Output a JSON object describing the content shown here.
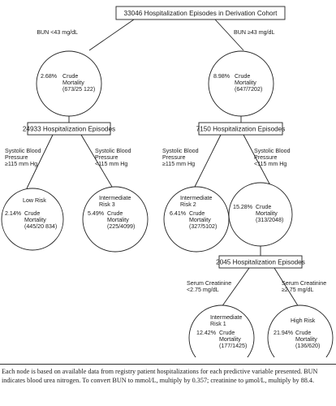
{
  "boxes": {
    "root": "33046 Hospitalization Episodes in Derivation Cohort",
    "low_bun": "24933 Hospitalization Episodes",
    "high_bun": "7150 Hospitalization Episodes",
    "creat": "2045 Hospitalization Episodes"
  },
  "splits": {
    "bun_low": "BUN <43 mg/dL",
    "bun_high": "BUN ≥43 mg/dL",
    "sbp_l_high": [
      "Systolic Blood",
      "Pressure",
      "≥115 mm Hg"
    ],
    "sbp_l_low": [
      "Systolic Blood",
      "Pressure",
      "<115 mm Hg"
    ],
    "sbp_r_high": [
      "Systolic Blood",
      "Pressure",
      "≥115 mm Hg"
    ],
    "sbp_r_low": [
      "Systolic Blood",
      "Pressure",
      "<115 mm Hg"
    ],
    "cr_low": [
      "Serum Creatinine",
      "<2.75 mg/dL"
    ],
    "cr_high": [
      "Serum Creatinine",
      "≥2.75 mg/dL"
    ]
  },
  "nodes": {
    "n1": {
      "pct": "2.68%",
      "l1": "Crude",
      "l2": "Mortality",
      "l3": "(673/25 122)"
    },
    "n2": {
      "pct": "8.98%",
      "l1": "Crude",
      "l2": "Mortality",
      "l3": "(647/7202)"
    },
    "low_risk": {
      "risk": "Low Risk",
      "pct": "2.14%",
      "l1": "Crude",
      "l2": "Mortality",
      "l3": "(445/20 834)"
    },
    "inter3": {
      "risk1": "Intermediate",
      "risk2": "Risk 3",
      "pct": "5.49%",
      "l1": "Crude",
      "l2": "Mortality",
      "l3": "(225/4099)"
    },
    "inter2": {
      "risk1": "Intermediate",
      "risk2": "Risk 2",
      "pct": "6.41%",
      "l1": "Crude",
      "l2": "Mortality",
      "l3": "(327/5102)"
    },
    "n_mid": {
      "pct": "15.28%",
      "l1": "Crude",
      "l2": "Mortality",
      "l3": "(313/2048)"
    },
    "inter1": {
      "risk1": "Intermediate",
      "risk2": "Risk 1",
      "pct": "12.42%",
      "l1": "Crude",
      "l2": "Mortality",
      "l3": "(177/1425)"
    },
    "high_risk": {
      "risk": "High Risk",
      "pct": "21.94%",
      "l1": "Crude",
      "l2": "Mortality",
      "l3": "(136/620)"
    }
  },
  "footnote": "Each node is based on available data from registry patient hospitalizations for each predictive variable presented. BUN indicates blood urea nitrogen. To convert BUN to mmol/L, multiply by 0.357; creatinine to μmol/L, multiply by 88.4."
}
